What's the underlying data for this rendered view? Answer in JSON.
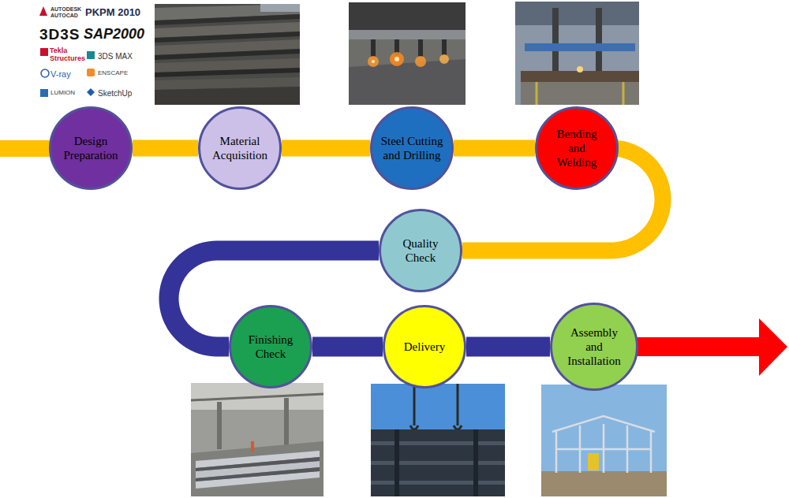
{
  "diagram": {
    "nodes": [
      {
        "text": [
          "Design Preparation"
        ]
      },
      {
        "text": [
          "Material Acquisition"
        ]
      },
      {
        "text": [
          "Steel Cutting and Drilling"
        ]
      },
      {
        "text": [
          "Bending and Welding"
        ]
      },
      {
        "text": [
          "Quality Check"
        ]
      },
      {
        "text": [
          "Finishing Check"
        ]
      },
      {
        "text": [
          "Delivery"
        ]
      },
      {
        "text": [
          "Assembly and Installation"
        ]
      }
    ],
    "edges": [
      {
        "from": 0,
        "to": 1,
        "arrow": "none"
      },
      {
        "from": 1,
        "to": 2,
        "arrow": "none"
      },
      {
        "from": 2,
        "to": 3,
        "arrow": "none"
      },
      {
        "from": 3,
        "to": 4,
        "arrow": "none"
      },
      {
        "from": 4,
        "to": 5,
        "arrow": "none"
      },
      {
        "from": 5,
        "to": 6,
        "arrow": "none"
      },
      {
        "from": 6,
        "to": 7,
        "arrow": "none"
      }
    ],
    "labels": [
      "AUTODESK AUTOCAD",
      "PKPM 2010",
      "3D3S",
      "SAP2000",
      "Tekla Structures",
      "3DS MAX",
      "V-ray",
      "ENSCAPE",
      "LUMION",
      "SketchUp"
    ]
  }
}
